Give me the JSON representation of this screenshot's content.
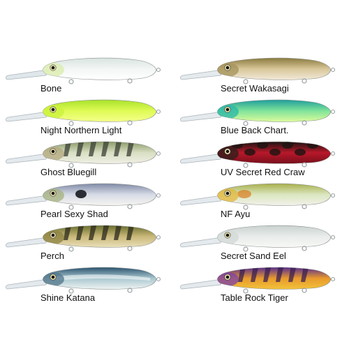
{
  "lures": [
    {
      "name": "Bone",
      "colors": {
        "back": "#d8e4df",
        "side": "#f3f6f5",
        "belly": "#ffffff",
        "head": "#d9ecaa",
        "lip": "#d9e3e8"
      },
      "pattern": "none"
    },
    {
      "name": "Night Northern Light",
      "colors": {
        "back": "#a9e22b",
        "side": "#dffb55",
        "belly": "#f4ff8a",
        "head": "#c9f23a",
        "lip": "#dfe6ea"
      },
      "pattern": "none"
    },
    {
      "name": "Ghost Bluegill",
      "colors": {
        "back": "#8d9b6a",
        "side": "#d8dfc3",
        "belly": "#f0efe4",
        "head": "#b2a77c",
        "lip": "#dfe5ea",
        "bars": "#3a3f34"
      },
      "pattern": "bars"
    },
    {
      "name": "Pearl Sexy Shad",
      "colors": {
        "back": "#7f8aa6",
        "side": "#d7dbe6",
        "belly": "#f5f4f0",
        "head": "#a4b27c",
        "lip": "#dfe5ea",
        "spot": "#2a2d33"
      },
      "pattern": "spot"
    },
    {
      "name": "Perch",
      "colors": {
        "back": "#6a6f2e",
        "side": "#c9b878",
        "belly": "#e9dfba",
        "head": "#8b8240",
        "lip": "#dfe5ea",
        "bars": "#2b2a1c"
      },
      "pattern": "bars"
    },
    {
      "name": "Shine Katana",
      "colors": {
        "back": "#2c5470",
        "side": "#a9c7cf",
        "belly": "#eef3f3",
        "head": "#4f7387",
        "lip": "#dfe5ea"
      },
      "pattern": "shine"
    },
    {
      "name": "Secret Wakasagi",
      "colors": {
        "back": "#8a7a3e",
        "side": "#d9c79a",
        "belly": "#f1e9d8",
        "head": "#a3925a",
        "lip": "#e0e6ea"
      },
      "pattern": "none"
    },
    {
      "name": "Blue Back Chart.",
      "colors": {
        "back": "#1f9e9c",
        "side": "#7fe39a",
        "belly": "#dcfb9c",
        "head": "#28b5a8",
        "lip": "#dfe6ea"
      },
      "pattern": "none"
    },
    {
      "name": "UV Secret Red Craw",
      "colors": {
        "back": "#1c1412",
        "side": "#b8182a",
        "belly": "#7a0f1c",
        "head": "#2a1f1b",
        "lip": "#dfe5ea",
        "spot": "#1c1412"
      },
      "pattern": "craw"
    },
    {
      "name": "NF Ayu",
      "colors": {
        "back": "#a9b04c",
        "side": "#dbe6c0",
        "belly": "#f2f1ea",
        "head": "#e3b63a",
        "lip": "#dfe5ea",
        "spot": "#d87a20"
      },
      "pattern": "ayu"
    },
    {
      "name": "Secret Sand Eel",
      "colors": {
        "back": "#c9d2d0",
        "side": "#e8ecea",
        "belly": "#f8f8f6",
        "head": "#d2d8d6",
        "lip": "#e0e6ea"
      },
      "pattern": "none"
    },
    {
      "name": "Table Rock Tiger",
      "colors": {
        "back": "#5a2f8e",
        "side": "#e89a2c",
        "belly": "#f2c23a",
        "head": "#7a3fa8",
        "lip": "#dfe5ea",
        "bars": "#3a1f52"
      },
      "pattern": "bars"
    }
  ]
}
